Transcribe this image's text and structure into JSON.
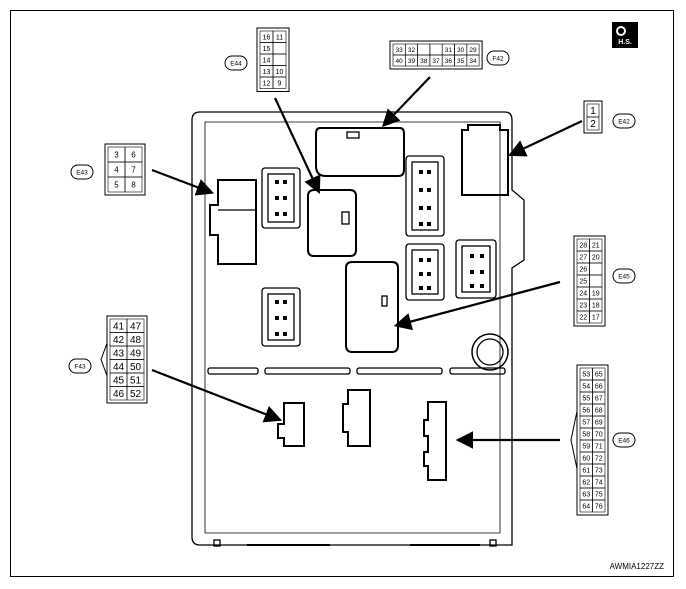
{
  "figure_code": "AWMIA1227ZZ",
  "hs_symbol": "H.S.",
  "connectors": {
    "E44": {
      "label": "E44",
      "pins": [
        [
          "16",
          "11"
        ],
        [
          "15",
          ""
        ],
        [
          "14",
          ""
        ],
        [
          "13",
          "10"
        ],
        [
          "12",
          "9"
        ]
      ]
    },
    "F42": {
      "label": "F42",
      "pins": [
        [
          "33",
          "32",
          "",
          "",
          "31",
          "30",
          "29"
        ],
        [
          "40",
          "39",
          "38",
          "37",
          "36",
          "35",
          "34"
        ]
      ]
    },
    "E42": {
      "label": "E42",
      "pins": [
        [
          "1"
        ],
        [
          "2"
        ]
      ]
    },
    "E43": {
      "label": "E43",
      "pins": [
        [
          "3",
          "6"
        ],
        [
          "4",
          "7"
        ],
        [
          "5",
          "8"
        ]
      ]
    },
    "E45": {
      "label": "E45",
      "pins": [
        [
          "28",
          "21"
        ],
        [
          "27",
          "20"
        ],
        [
          "26",
          ""
        ],
        [
          "25",
          ""
        ],
        [
          "24",
          "19"
        ],
        [
          "23",
          "18"
        ],
        [
          "22",
          "17"
        ]
      ]
    },
    "F43": {
      "label": "F43",
      "pins": [
        [
          "41",
          "47"
        ],
        [
          "42",
          "48"
        ],
        [
          "43",
          "49"
        ],
        [
          "44",
          "50"
        ],
        [
          "45",
          "51"
        ],
        [
          "46",
          "52"
        ]
      ]
    },
    "E46": {
      "label": "E46",
      "pins": [
        [
          "53",
          "65"
        ],
        [
          "54",
          "66"
        ],
        [
          "55",
          "67"
        ],
        [
          "56",
          "68"
        ],
        [
          "57",
          "69"
        ],
        [
          "58",
          "70"
        ],
        [
          "59",
          "71"
        ],
        [
          "60",
          "72"
        ],
        [
          "61",
          "73"
        ],
        [
          "62",
          "74"
        ],
        [
          "63",
          "75"
        ],
        [
          "64",
          "76"
        ]
      ]
    }
  }
}
